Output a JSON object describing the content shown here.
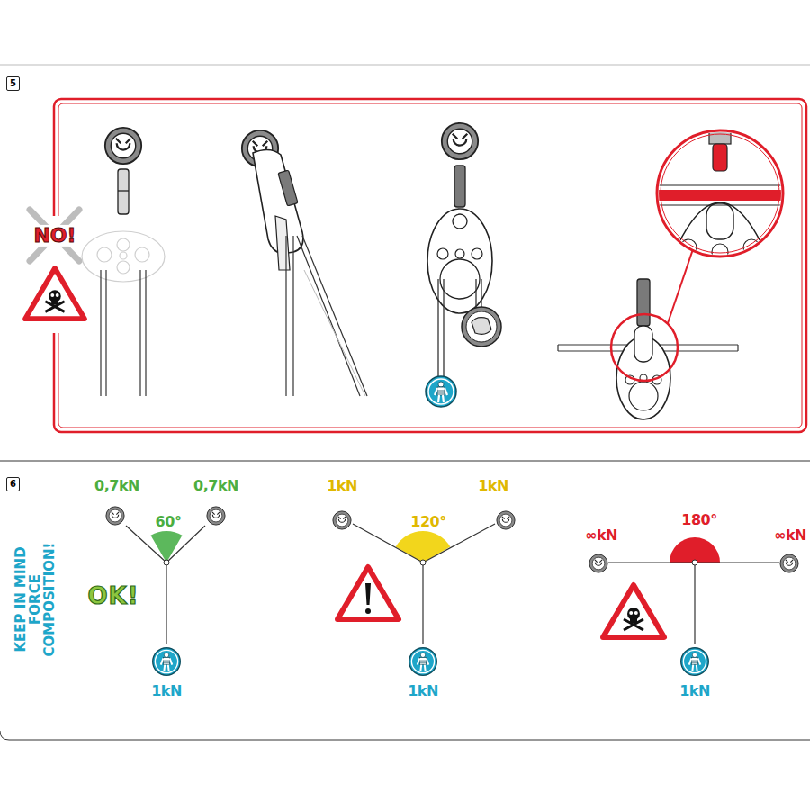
{
  "diagram": {
    "nodes": [
      {
        "text": [
          "5"
        ]
      },
      {
        "text": [
          "6"
        ]
      }
    ],
    "labels": [
      "NO!",
      "KEEP IN MIND FORCE COMPOSITION!",
      "0,7kN",
      "0,7kN",
      "60°",
      "OK!",
      "1kN",
      "1kN",
      "1kN",
      "120°",
      "1kN",
      "∞kN",
      "180°",
      "∞kN",
      "1kN"
    ]
  }
}
